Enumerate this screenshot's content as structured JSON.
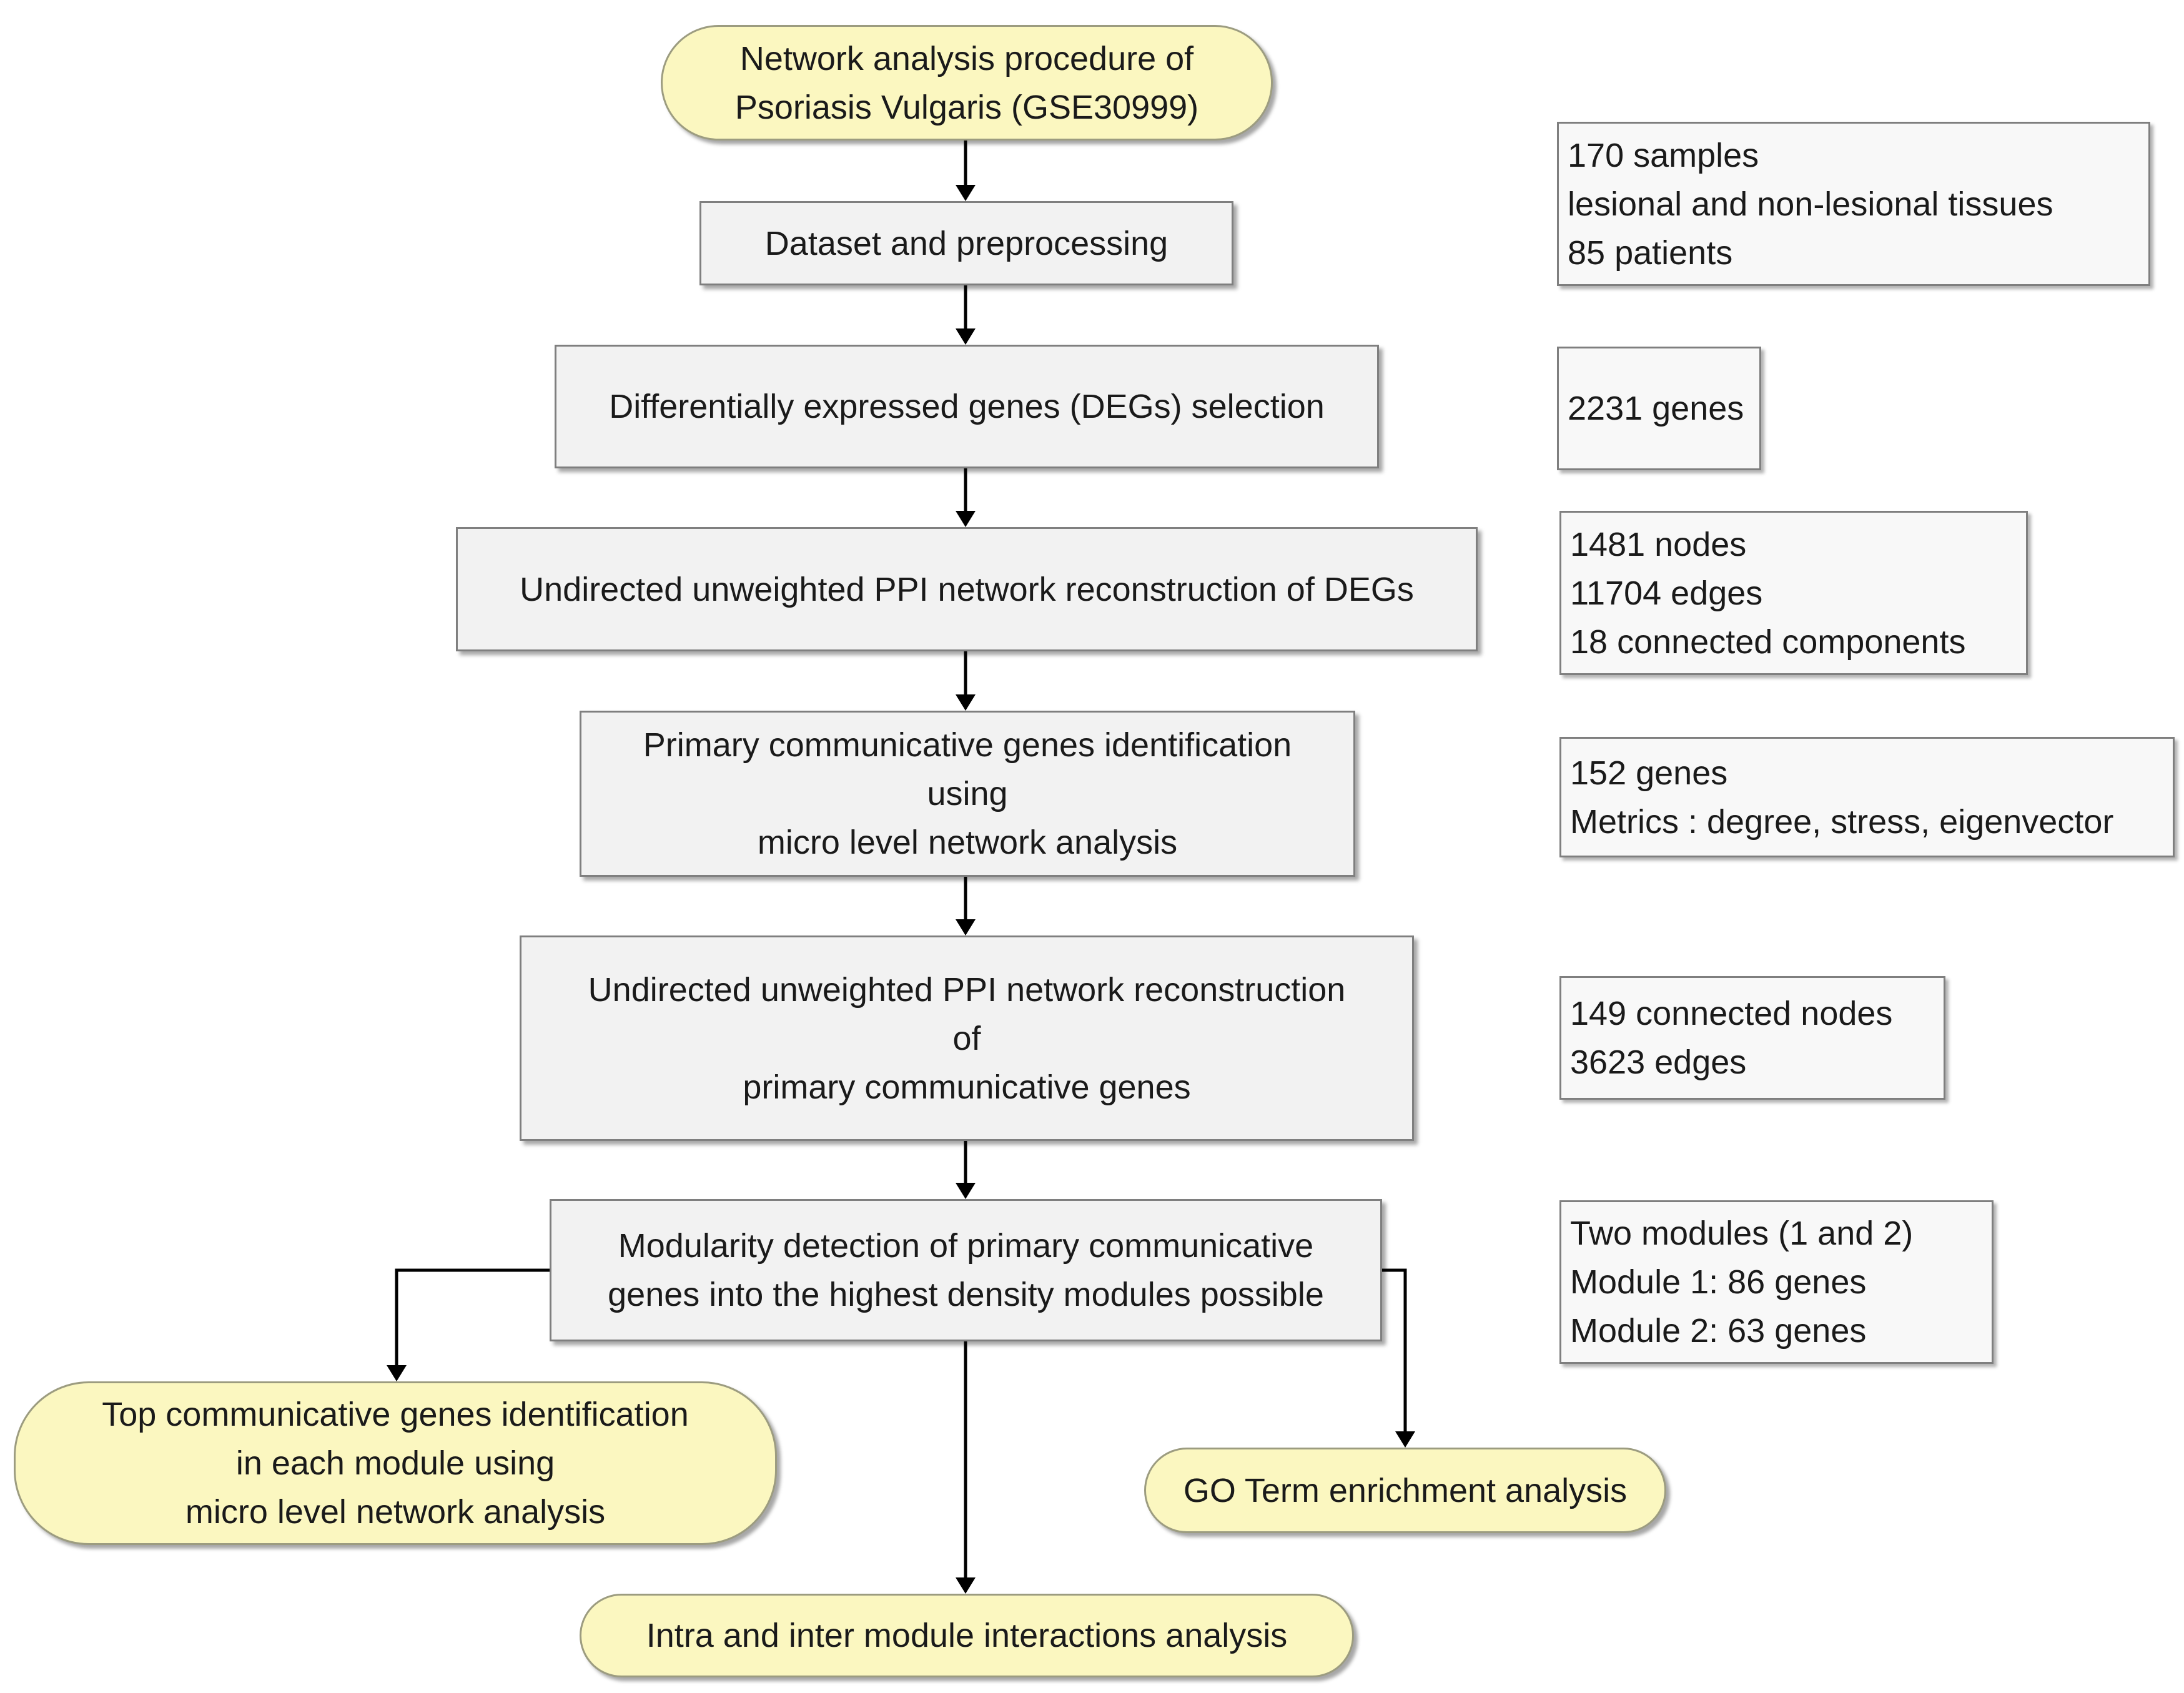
{
  "diagram": {
    "start": [
      "Network analysis procedure of",
      "Psoriasis Vulgaris (GSE30999)"
    ],
    "steps": [
      {
        "id": "step1",
        "lines": [
          "Dataset and preprocessing"
        ]
      },
      {
        "id": "step2",
        "lines": [
          "Differentially expressed genes (DEGs) selection"
        ]
      },
      {
        "id": "step3",
        "lines": [
          "Undirected unweighted PPI network reconstruction of DEGs"
        ]
      },
      {
        "id": "step4",
        "lines": [
          "Primary communicative genes identification",
          "using",
          "micro level network analysis"
        ]
      },
      {
        "id": "step5",
        "lines": [
          "Undirected unweighted PPI network reconstruction",
          "of",
          "primary communicative genes"
        ]
      },
      {
        "id": "step6",
        "lines": [
          "Modularity detection of primary communicative",
          "genes into the highest density modules possible"
        ]
      }
    ],
    "outputs": {
      "top_genes": [
        "Top communicative genes identification",
        "in each module using",
        "micro level network analysis"
      ],
      "go_term": [
        "GO Term enrichment analysis"
      ],
      "intra_inter": [
        "Intra and inter module interactions analysis"
      ]
    },
    "notes": [
      {
        "id": "note1",
        "lines": [
          "170 samples",
          "lesional and non-lesional tissues",
          "85 patients"
        ]
      },
      {
        "id": "note2",
        "lines": [
          "2231 genes"
        ]
      },
      {
        "id": "note3",
        "lines": [
          "1481 nodes",
          "11704 edges",
          "18 connected components"
        ]
      },
      {
        "id": "note4",
        "lines": [
          "152 genes",
          "Metrics : degree, stress, eigenvector"
        ]
      },
      {
        "id": "note5",
        "lines": [
          "149 connected nodes",
          "3623 edges"
        ]
      },
      {
        "id": "note6",
        "lines": [
          "Two modules (1 and 2)",
          "Module 1: 86 genes",
          "Module 2: 63 genes"
        ]
      }
    ]
  }
}
